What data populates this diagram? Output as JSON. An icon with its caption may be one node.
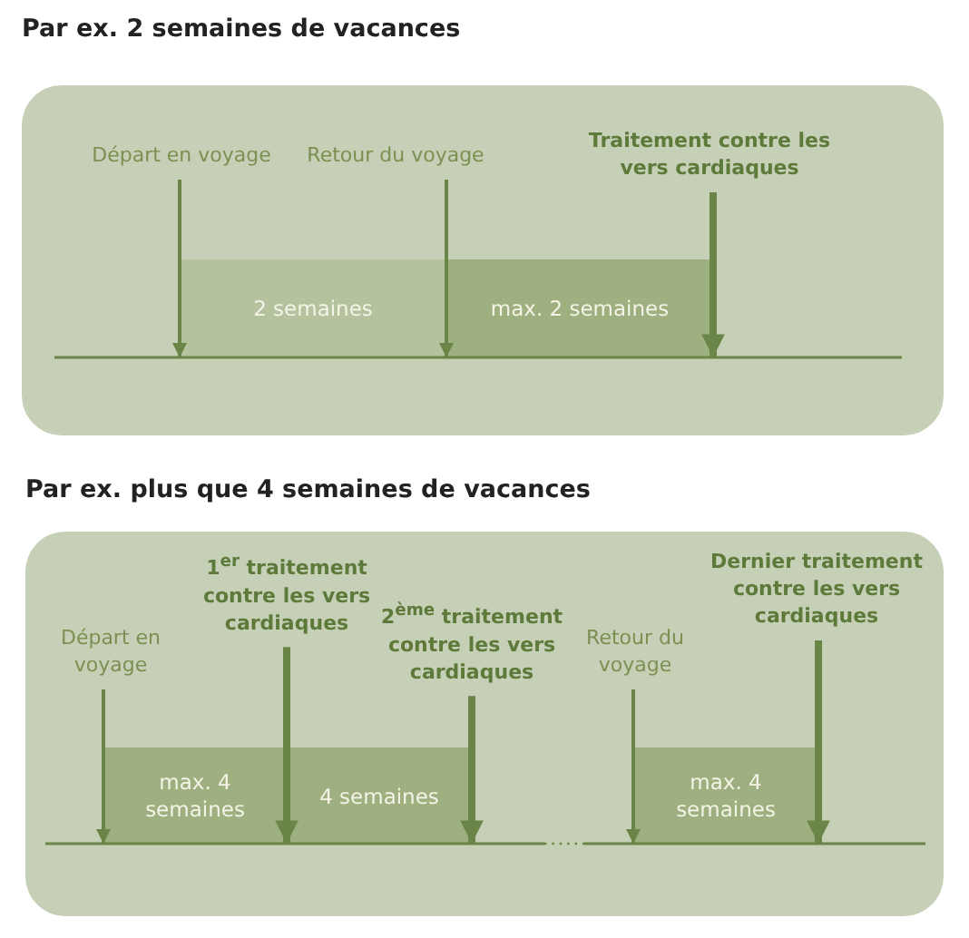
{
  "diagram": {
    "nodes": [
      {
        "text": [
          "Par ex. 2 semaines de vacances"
        ]
      },
      {
        "text": [
          "Départ en voyage"
        ],
        "in": 0
      },
      {
        "text": [
          "Retour du voyage"
        ],
        "in": 0
      },
      {
        "text": [
          "Traitement contre les vers cardiaques"
        ],
        "in": 0
      },
      {
        "text": [
          "2 semaines"
        ],
        "in": 0
      },
      {
        "text": [
          "max. 2 semaines"
        ],
        "in": 0
      },
      {
        "text": [
          "Par ex. plus que 4 semaines de vacances"
        ]
      },
      {
        "text": [
          "Départ en voyage"
        ],
        "in": 6
      },
      {
        "text": [
          "1$^{er}$ traitement contre les vers cardiaques"
        ],
        "in": 6
      },
      {
        "text": [
          "2$^{ème}$ traitement contre les vers cardiaques"
        ],
        "in": 6
      },
      {
        "text": [
          "Retour du voyage"
        ],
        "in": 6
      },
      {
        "text": [
          "Dernier traitement contre les vers cardiaques"
        ],
        "in": 6
      },
      {
        "text": [
          "max. 4 semaines"
        ],
        "in": 6
      },
      {
        "text": [
          "4 semaines"
        ],
        "in": 6
      },
      {
        "text": [
          "max. 4 semaines"
        ],
        "in": 6
      }
    ],
    "edges": [
      {
        "from": 1,
        "to": 4,
        "arrow": "to"
      },
      {
        "from": 2,
        "to": 4,
        "arrow": "to"
      },
      {
        "from": 3,
        "to": 5,
        "arrow": "to",
        "style": "thick"
      },
      {
        "from": 7,
        "to": 12,
        "arrow": "to"
      },
      {
        "from": 8,
        "to": 12,
        "arrow": "to",
        "style": "thick"
      },
      {
        "from": 9,
        "to": 13,
        "arrow": "to",
        "style": "thick"
      },
      {
        "from": 10,
        "to": 14,
        "arrow": "to"
      },
      {
        "from": 11,
        "to": 14,
        "arrow": "to",
        "style": "thick"
      }
    ]
  }
}
